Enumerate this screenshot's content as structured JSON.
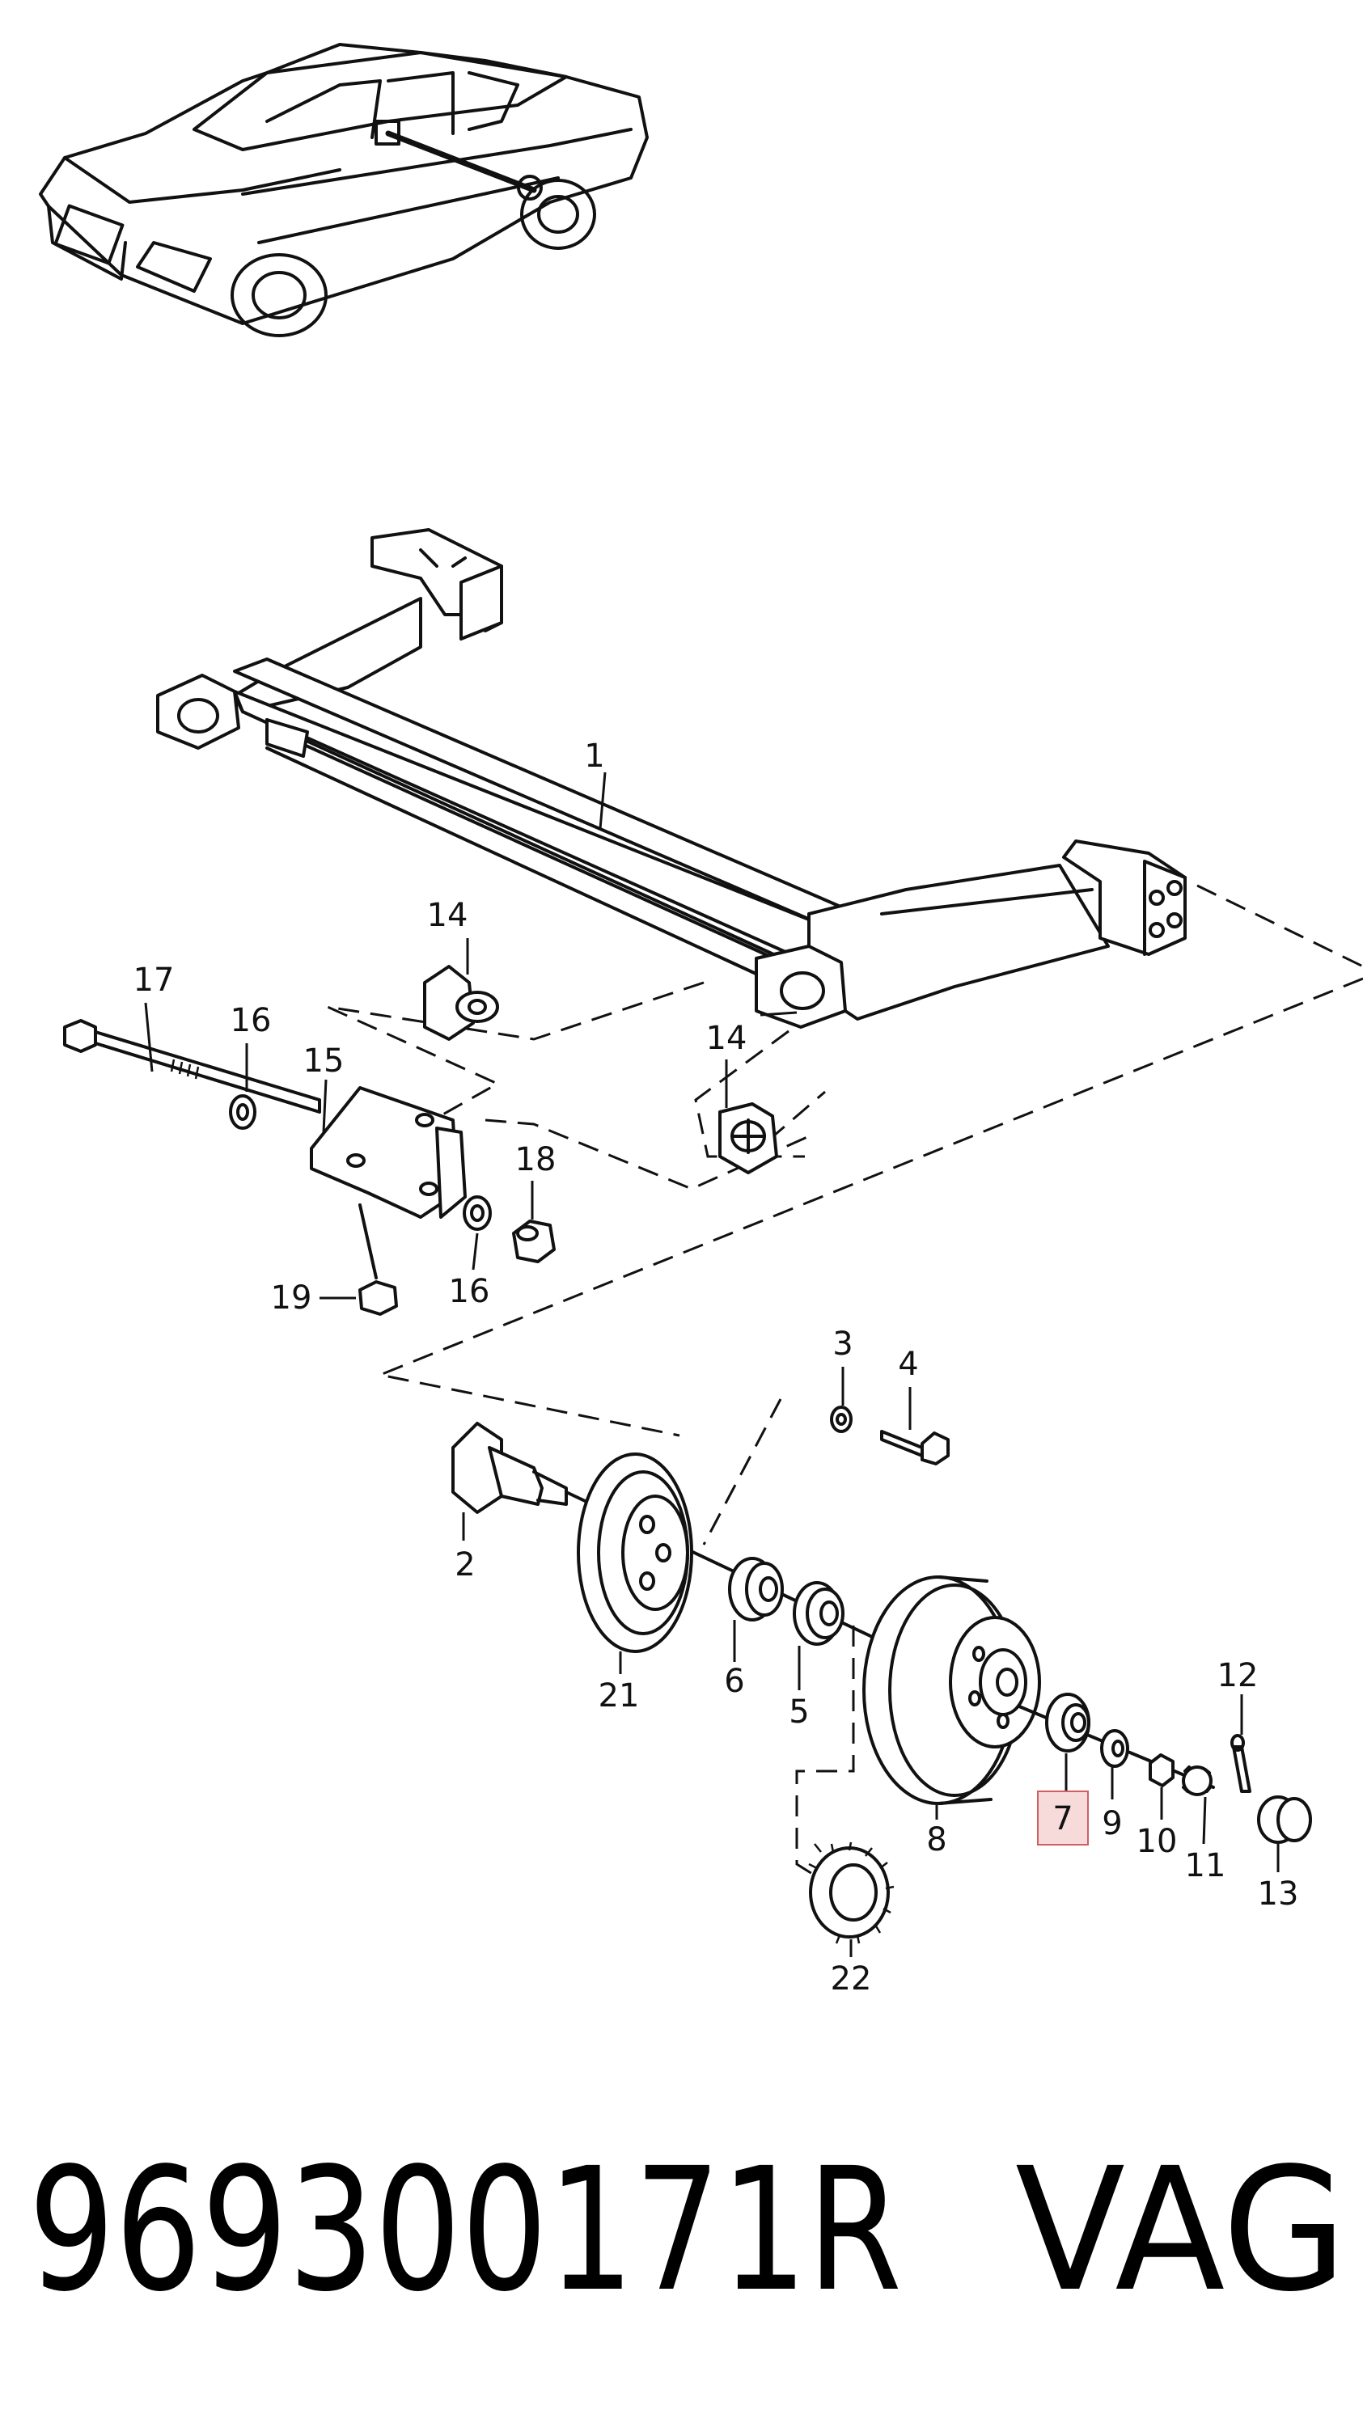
{
  "diagram": {
    "callouts": [
      "1",
      "2",
      "3",
      "4",
      "5",
      "6",
      "7",
      "8",
      "9",
      "10",
      "11",
      "12",
      "13",
      "14",
      "14",
      "15",
      "16",
      "16",
      "17",
      "18",
      "19",
      "21",
      "22"
    ],
    "highlighted_callout": "7",
    "highlight_color": "#f7dada",
    "highlight_border": "#d06060"
  },
  "footer": {
    "part_number": "969300171R",
    "brand": "VAG"
  }
}
